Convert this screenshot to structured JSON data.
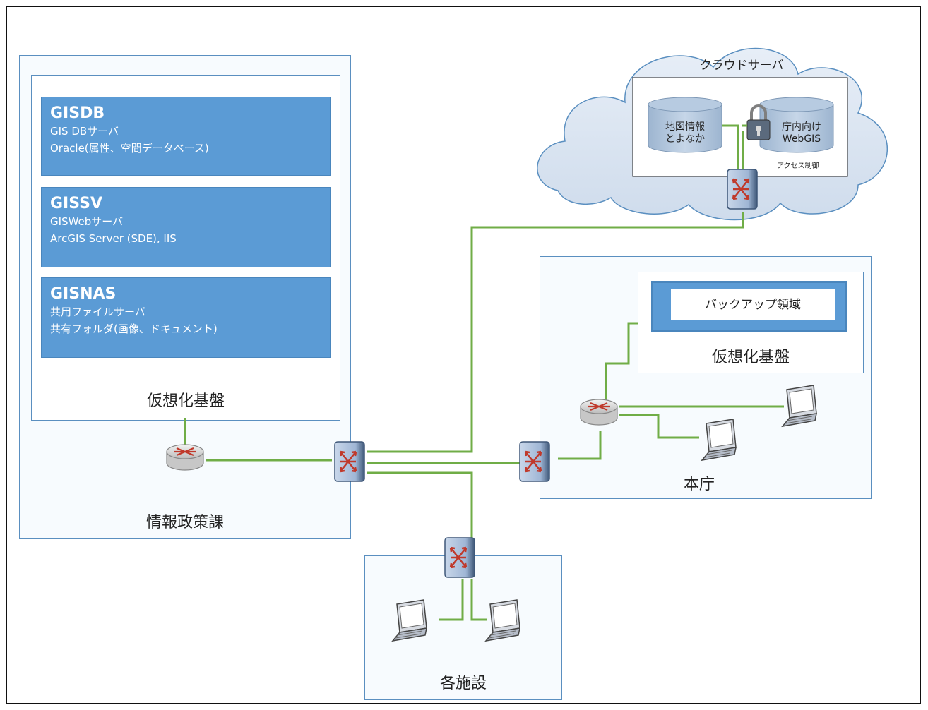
{
  "servers": [
    {
      "name": "GISDB",
      "line1": "GIS DBサーバ",
      "line2": "Oracle(属性、空間データベース)"
    },
    {
      "name": "GISSV",
      "line1": "GISWebサーバ",
      "line2": "ArcGIS Server (SDE), IIS"
    },
    {
      "name": "GISNAS",
      "line1": "共用ファイルサーバ",
      "line2": "共有フォルダ(画像、ドキュメント)"
    }
  ],
  "left_virtual_label": "仮想化基盤",
  "left_zone_label": "情報政策課",
  "cloud": {
    "title": "クラウドサーバ",
    "db1": "地図情報\nとよなか",
    "db2": "庁内向け\nWebGIS",
    "access": "アクセス制御"
  },
  "honcho": {
    "backup": "バックアップ領域",
    "virtual_label": "仮想化基盤",
    "label": "本庁"
  },
  "facilities_label": "各施設",
  "colors": {
    "link": "#70ad47",
    "server_fill": "#5b9bd5",
    "zone_border": "#5a8fc0"
  }
}
